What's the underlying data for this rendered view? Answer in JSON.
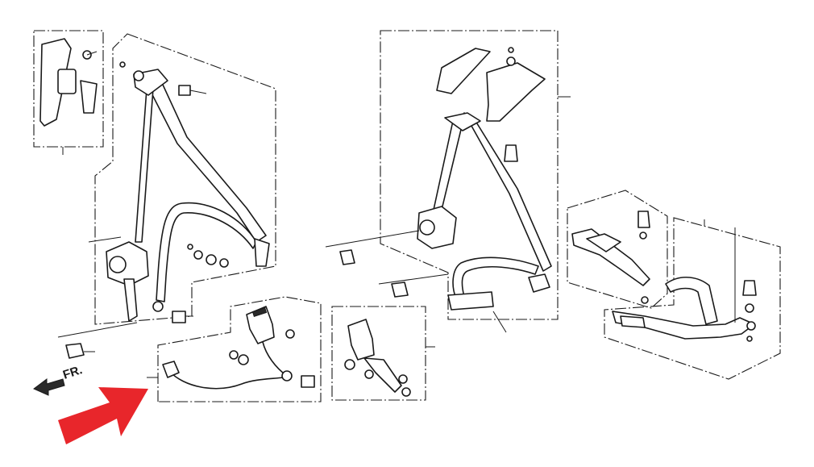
{
  "direction_label": "FR.",
  "colors": {
    "arrow": "#e8262b",
    "line": "#1a1a1a",
    "background": "#ffffff"
  },
  "icons": [
    "front-direction-arrow",
    "highlight-arrow"
  ]
}
